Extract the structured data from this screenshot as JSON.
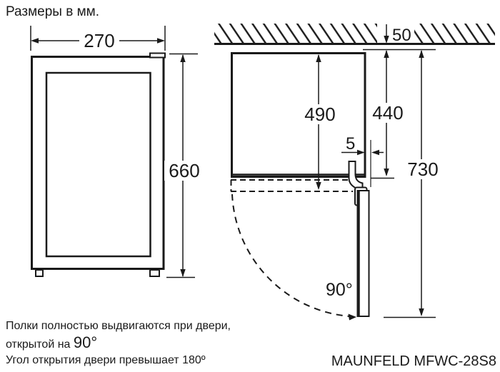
{
  "title": "Размеры в мм.",
  "colors": {
    "line": "#1a1a1a",
    "background": "#ffffff"
  },
  "front_view": {
    "width_mm": "270",
    "height_mm": "660"
  },
  "top_view": {
    "wall_gap_mm": "50",
    "depth_with_door_mm": "490",
    "body_depth_mm": "440",
    "door_edge_gap_mm": "5",
    "open_door_depth_mm": "730",
    "door_open_angle": "90°"
  },
  "notes": {
    "shelves_line1": "Полки полностью выдвигаются при двери,",
    "shelves_line2_prefix": "открытой на ",
    "shelves_line2_angle": "90°",
    "opening_angle_note": "Угол открытия двери превышает 180º"
  },
  "model": "MAUNFELD MFWC-28S8"
}
